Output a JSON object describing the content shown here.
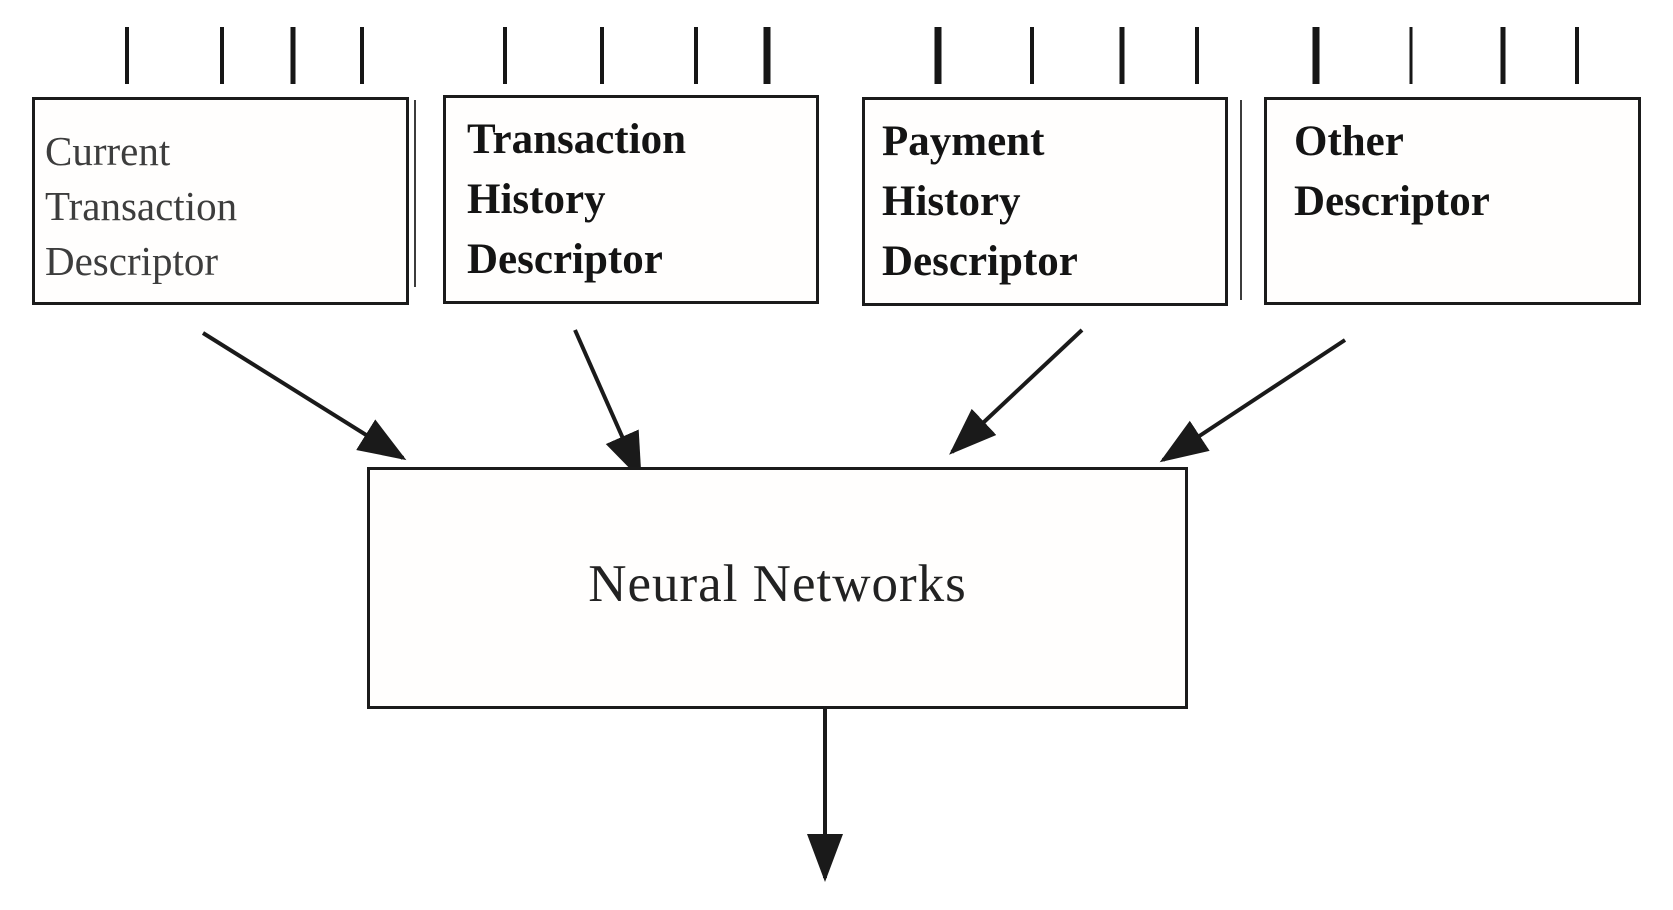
{
  "diagram": {
    "type": "flow-diagram",
    "description": "Four feature descriptor nodes feed into a Neural Networks node which produces one output",
    "input_nodes": [
      {
        "id": "current-transaction-descriptor",
        "label": "Current\nTransaction\nDescriptor",
        "input_ticks": 4
      },
      {
        "id": "transaction-history-descriptor",
        "label": "Transaction\nHistory\nDescriptor",
        "input_ticks": 4
      },
      {
        "id": "payment-history-descriptor",
        "label": "Payment\nHistory\nDescriptor",
        "input_ticks": 4
      },
      {
        "id": "other-descriptor",
        "label": "Other\nDescriptor",
        "input_ticks": 4
      }
    ],
    "central_node": {
      "id": "neural-networks",
      "label": "Neural Networks"
    },
    "edges": [
      "current-transaction-descriptor -> neural-networks",
      "transaction-history-descriptor -> neural-networks",
      "payment-history-descriptor -> neural-networks",
      "other-descriptor -> neural-networks",
      "neural-networks -> output"
    ],
    "colors": {
      "ink": "#1a1a1a",
      "background": "#ffffff"
    }
  }
}
